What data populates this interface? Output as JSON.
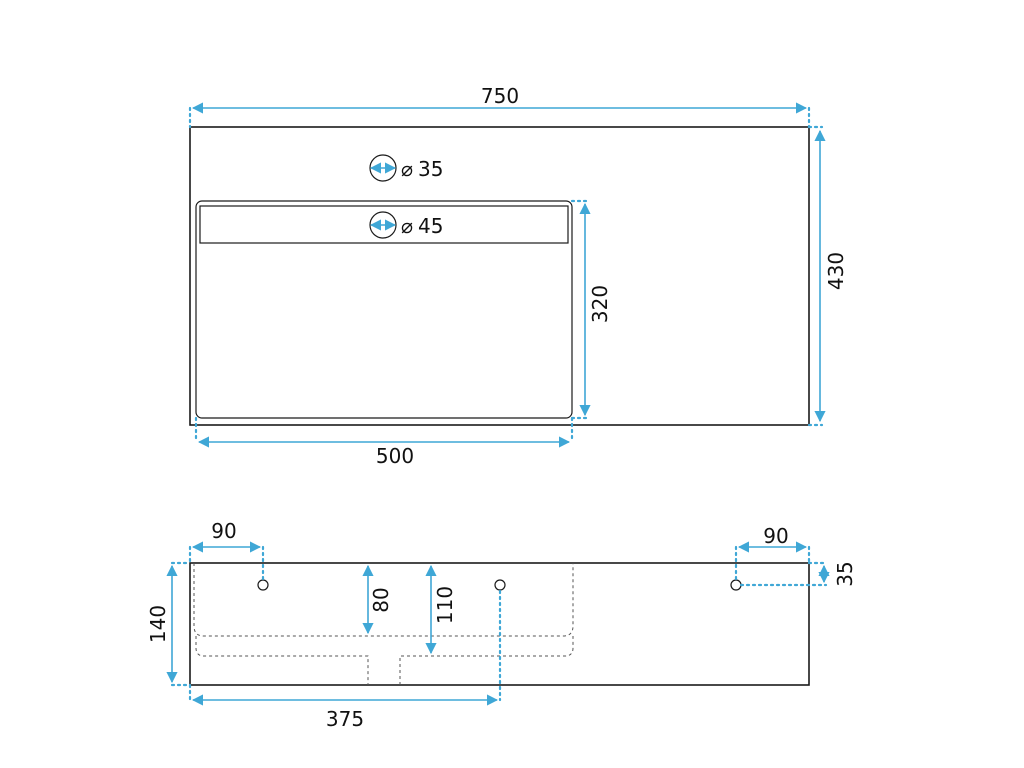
{
  "colors": {
    "dimension": "#3fa7d6",
    "outline": "#1a1a1a",
    "hidden": "#555555"
  },
  "top_view": {
    "overall_width": "750",
    "overall_depth": "430",
    "basin_width": "500",
    "basin_depth": "320",
    "tap_hole": "35",
    "drain_hole": "45",
    "diameter_symbol": "⌀"
  },
  "front_view": {
    "left_hole_offset": "90",
    "right_hole_offset": "90",
    "right_hole_height": "35",
    "height": "140",
    "inner_depth": "80",
    "drain_depth": "110",
    "drain_offset": "375"
  }
}
